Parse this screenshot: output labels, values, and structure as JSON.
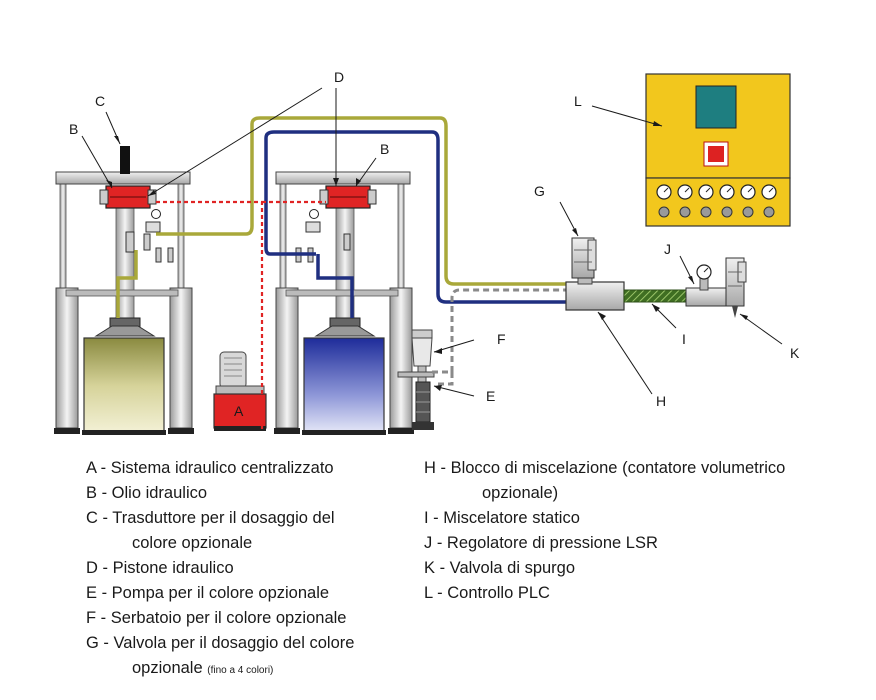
{
  "diagram": {
    "labels": {
      "A": "A",
      "B": "B",
      "C": "C",
      "D": "D",
      "E": "E",
      "F": "F",
      "G": "G",
      "H": "H",
      "I": "I",
      "J": "J",
      "K": "K",
      "L": "L"
    },
    "colors": {
      "yellow_line": "#a9a83a",
      "blue_line": "#1f2f80",
      "red_dashed": "#e02424",
      "grey_dashed": "#8a8a8a",
      "plc_yellow": "#f2c71d",
      "plc_screen": "#1e7e80",
      "hose_green": "#3f6e22",
      "pump_red": "#e02424",
      "tank_yellow": "#b8b35a",
      "tank_blue": "#2432a0"
    }
  },
  "legend": {
    "left": [
      {
        "text": "A - Sistema idraulico centralizzato"
      },
      {
        "text": "B - Olio idraulico"
      },
      {
        "text": "C - Trasduttore per il dosaggio del",
        "cont": "colore opzionale"
      },
      {
        "text": "D - Pistone idraulico"
      },
      {
        "text": "E - Pompa per il colore opzionale"
      },
      {
        "text": "F - Serbatoio per il colore opzionale"
      },
      {
        "text": "G - Valvola per il dosaggio del colore",
        "cont": "opzionale",
        "note": "(fino a 4 colori)"
      }
    ],
    "right": [
      {
        "text": "H - Blocco di miscelazione (contatore volumetrico",
        "cont": "opzionale)"
      },
      {
        "text": "I  - Miscelatore statico"
      },
      {
        "text": "J - Regolatore di pressione LSR"
      },
      {
        "text": "K - Valvola di spurgo"
      },
      {
        "text": "L - Controllo PLC"
      }
    ]
  }
}
